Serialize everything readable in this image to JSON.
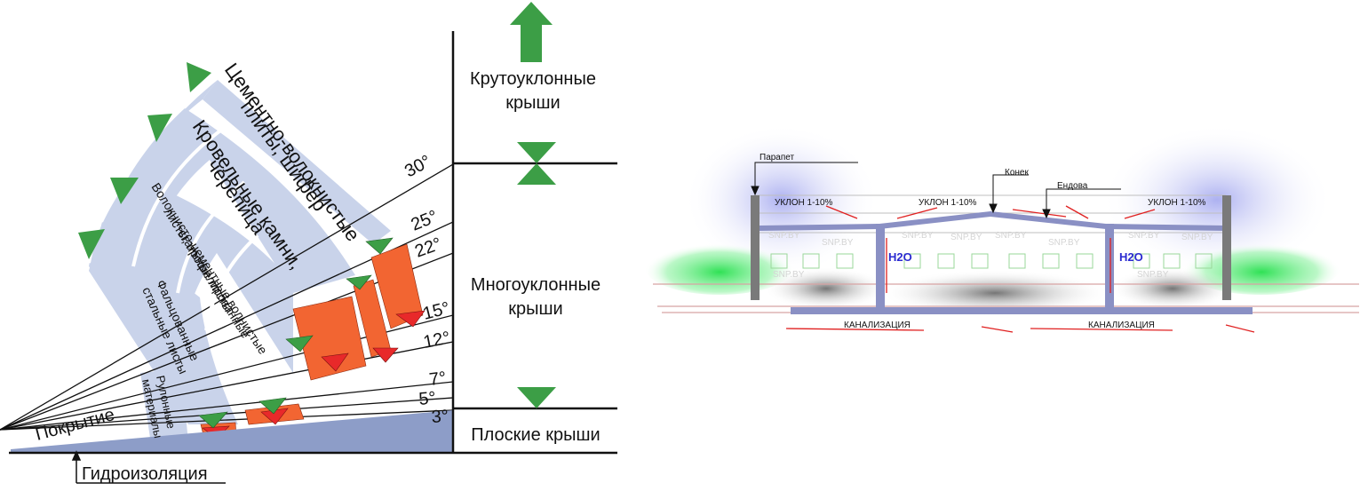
{
  "left_diagram": {
    "zones": {
      "steep": "Крутоуклонные крыши",
      "steep_lines": [
        "Крутоуклонные",
        "крыши"
      ],
      "multi": "Многоуклонные крыши",
      "multi_lines": [
        "Многоуклонные",
        "крыши"
      ],
      "flat": "Плоские крыши"
    },
    "angles": [
      "30°",
      "25°",
      "22°",
      "15°",
      "12°",
      "7°",
      "5°",
      "3°"
    ],
    "labels": {
      "covering": "Покрытие",
      "waterproofing": "Гидроизоляция"
    },
    "materials": [
      {
        "name": "Цементно-волокнистые плиты, шифер",
        "lines": [
          "Цементно-волокнистые",
          "плиты, шифер"
        ]
      },
      {
        "name": "Кровельные камни, черепица",
        "lines": [
          "Кровельные камни,",
          "черепица"
        ]
      },
      {
        "name": "Волокнисто-цементные волнистые листы, профилированные стальные листы",
        "lines": [
          "Волокнисто-цементные волнистые",
          "листы, профилированные",
          "стальные листы"
        ]
      },
      {
        "name": "Фальцованные стальные листы",
        "lines": [
          "Фальцованные",
          "стальные листы"
        ]
      },
      {
        "name": "Рулонные материалы",
        "lines": [
          "Рулонные",
          "материалы"
        ]
      }
    ],
    "colors": {
      "band": "#c9d3ea",
      "range": "#f26532",
      "arrow_green": "#3c9e46",
      "arrow_red": "#e8292a",
      "base": "#8d9dc8"
    }
  },
  "right_diagram": {
    "labels": {
      "parapet": "Парапет",
      "ridge": "Конек",
      "valley": "Ендова",
      "slope": "УКЛОН 1-10%",
      "water": "H2O",
      "sewer": "КАНАЛИЗАЦИЯ",
      "watermark": "SNP.BY"
    },
    "colors": {
      "pipe": "#8a90c4",
      "wall": "#7a7a7a",
      "grass": "#31e05a",
      "red": "#e02020",
      "water_text": "#2a2ad0",
      "window": "#9ad79a"
    }
  }
}
